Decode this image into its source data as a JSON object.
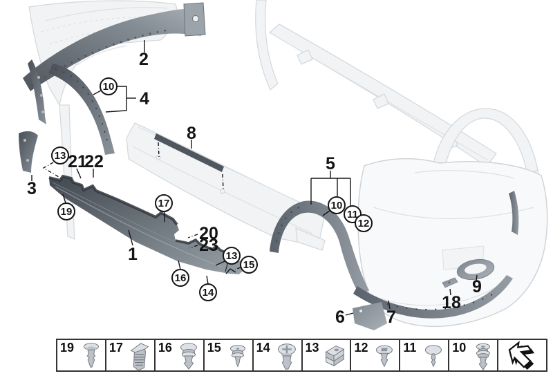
{
  "callouts": {
    "plain": [
      {
        "label": "2"
      },
      {
        "label": "4"
      },
      {
        "label": "8"
      },
      {
        "label": "3"
      },
      {
        "label": "21"
      },
      {
        "label": "22"
      },
      {
        "label": "1"
      },
      {
        "label": "20"
      },
      {
        "label": "23"
      },
      {
        "label": "5"
      },
      {
        "label": "6"
      },
      {
        "label": "7"
      },
      {
        "label": "18"
      },
      {
        "label": "9"
      }
    ],
    "circled": [
      {
        "label": "10"
      },
      {
        "label": "13"
      },
      {
        "label": "19"
      },
      {
        "label": "17"
      },
      {
        "label": "16"
      },
      {
        "label": "14"
      },
      {
        "label": "13"
      },
      {
        "label": "15"
      },
      {
        "label": "10"
      },
      {
        "label": "11"
      },
      {
        "label": "12"
      }
    ]
  },
  "legend": {
    "items": [
      {
        "number": "19",
        "icon": "push-pin-rivet"
      },
      {
        "number": "17",
        "icon": "expanding-wedge-nut"
      },
      {
        "number": "16",
        "icon": "dome-head-rivet"
      },
      {
        "number": "15",
        "icon": "flat-head-clip"
      },
      {
        "number": "14",
        "icon": "screw-rivet"
      },
      {
        "number": "13",
        "icon": "clip-nut"
      },
      {
        "number": "12",
        "icon": "square-hole-rivet"
      },
      {
        "number": "11",
        "icon": "dome-pin-clip"
      },
      {
        "number": "10",
        "icon": "grommet-clip"
      }
    ],
    "arrow_icon": "continue-arrow"
  },
  "colors": {
    "trim_dark": "#59616a",
    "trim_light": "#9aa2ab",
    "outline_faint": "#d6dadd",
    "label": "#141414",
    "legend_border": "#333333",
    "background": "#ffffff"
  }
}
